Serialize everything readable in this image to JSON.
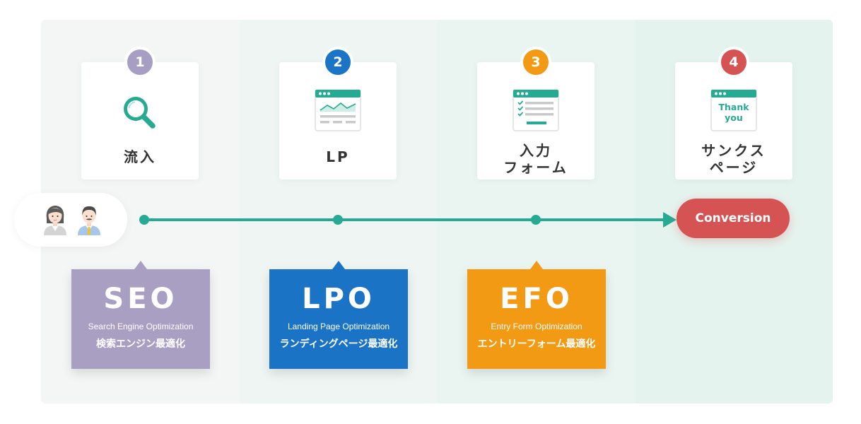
{
  "colors": {
    "accent": "#27aa93",
    "step1": "#a79fc3",
    "step2": "#1b74c6",
    "step3": "#f29a14",
    "step4": "#d55353",
    "optSeo": "#a99fc3",
    "optLpo": "#1b73c5",
    "optEfo": "#f29a14",
    "conversion": "#d55353"
  },
  "steps": [
    {
      "number": "1",
      "icon": "search-icon",
      "label_lines": [
        "流入"
      ]
    },
    {
      "number": "2",
      "icon": "landing-page-icon",
      "label_lines": [
        "LP"
      ]
    },
    {
      "number": "3",
      "icon": "entry-form-icon",
      "label_lines": [
        "入力",
        "フォーム"
      ]
    },
    {
      "number": "4",
      "icon": "thank-you-page-icon",
      "label_lines": [
        "サンクス",
        "ページ"
      ],
      "icon_text": [
        "Thank",
        "you"
      ]
    }
  ],
  "users": {
    "icons": [
      "businesswoman-icon",
      "businessman-icon"
    ]
  },
  "conversion": {
    "label": "Conversion"
  },
  "optimizations": [
    {
      "abbr": "SEO",
      "english": "Search Engine Optimization",
      "japanese": "検索エンジン最適化"
    },
    {
      "abbr": "LPO",
      "english": "Landing Page Optimization",
      "japanese": "ランディングページ最適化"
    },
    {
      "abbr": "EFO",
      "english": "Entry Form Optimization",
      "japanese": "エントリーフォーム最適化"
    }
  ]
}
